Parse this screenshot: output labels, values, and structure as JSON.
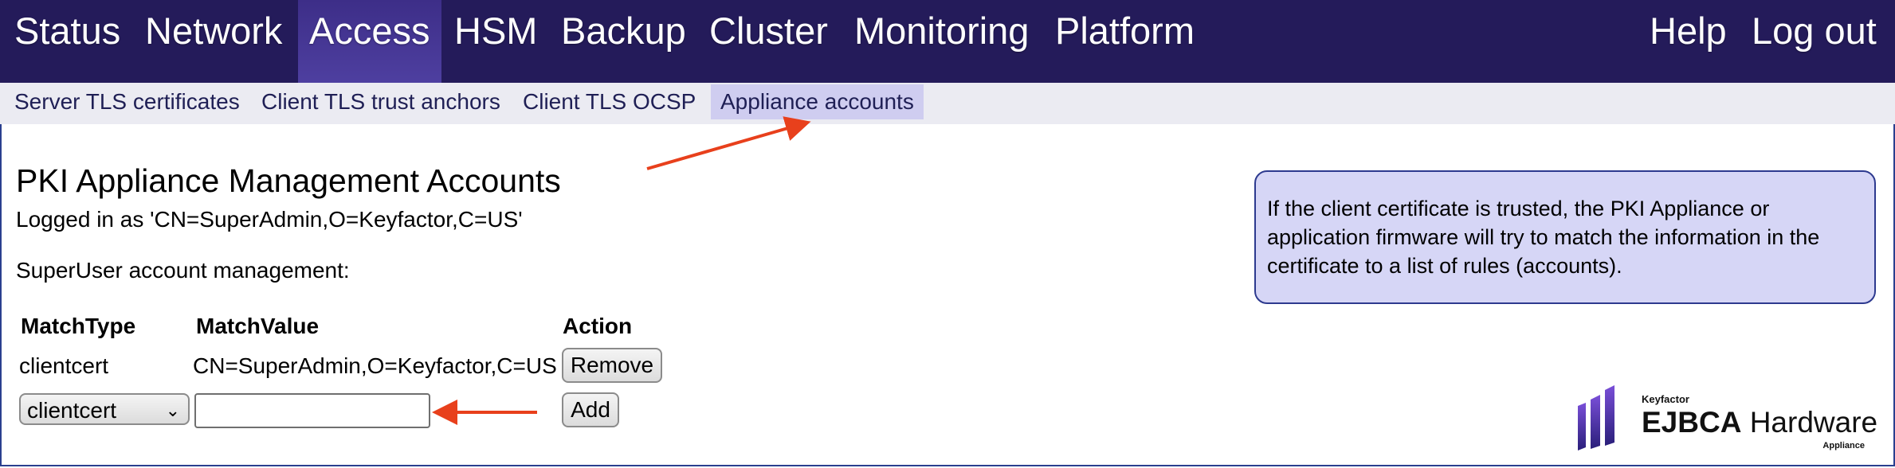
{
  "topnav": {
    "items": [
      "Status",
      "Network",
      "Access",
      "HSM",
      "Backup",
      "Cluster",
      "Monitoring",
      "Platform"
    ],
    "right_items": [
      "Help",
      "Log out"
    ],
    "active": "Access"
  },
  "subnav": {
    "items": [
      "Server TLS certificates",
      "Client TLS trust anchors",
      "Client TLS OCSP",
      "Appliance accounts"
    ],
    "active": "Appliance accounts"
  },
  "main": {
    "title": "PKI Appliance Management Accounts",
    "logged_in": "Logged in as 'CN=SuperAdmin,O=Keyfactor,C=US'",
    "section_label": "SuperUser account management:",
    "table": {
      "headers": [
        "MatchType",
        "MatchValue",
        "Action"
      ],
      "rows": [
        {
          "match_type": "clientcert",
          "match_value": "CN=SuperAdmin,O=Keyfactor,C=US",
          "action": "Remove"
        }
      ],
      "new_row": {
        "match_type": "clientcert",
        "match_value": "",
        "action": "Add"
      }
    }
  },
  "info_box": {
    "text": "If the client certificate is trusted, the PKI Appliance or application firmware will try to match the information in the certificate to a list of rules (accounts)."
  },
  "logo": {
    "small": "Keyfactor",
    "name_bold": "EJBCA",
    "name_rest": " Hardware",
    "sub": "Appliance"
  },
  "colors": {
    "topnav_bg": "#241b5a",
    "subnav_bg": "#ebebf2",
    "subnav_active": "#cfcdf0",
    "info_bg": "#d6d6f6",
    "annotation_arrow": "#e8401c"
  }
}
